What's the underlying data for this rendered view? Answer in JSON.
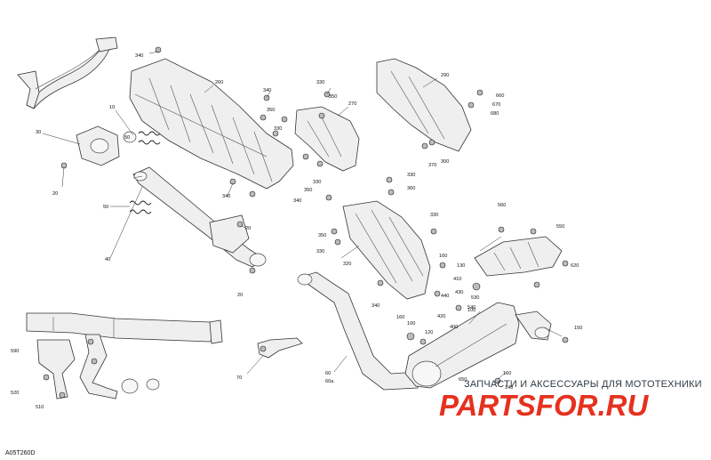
{
  "document": {
    "reference_code": "A05T260D"
  },
  "watermark": {
    "tagline": "ЗАПЧАСТИ И АКСЕССУАРЫ ДЛЯ МОТОТЕХНИКИ",
    "brand": "PARTSFOR.RU",
    "color": "#e6311f"
  },
  "callouts": [
    {
      "id": "c10",
      "text": "10"
    },
    {
      "id": "c20a",
      "text": "20"
    },
    {
      "id": "c20b",
      "text": "20"
    },
    {
      "id": "c20c",
      "text": "20"
    },
    {
      "id": "c30",
      "text": "30"
    },
    {
      "id": "c40",
      "text": "40"
    },
    {
      "id": "c50a",
      "text": "50"
    },
    {
      "id": "c50b",
      "text": "50"
    },
    {
      "id": "c60",
      "text": "60"
    },
    {
      "id": "c60a",
      "text": "60a"
    },
    {
      "id": "c70",
      "text": "70"
    },
    {
      "id": "c100a",
      "text": "100"
    },
    {
      "id": "c100b",
      "text": "100"
    },
    {
      "id": "c120",
      "text": "120"
    },
    {
      "id": "c130",
      "text": "130"
    },
    {
      "id": "c140",
      "text": "140"
    },
    {
      "id": "c150",
      "text": "150"
    },
    {
      "id": "c160a",
      "text": "160"
    },
    {
      "id": "c160b",
      "text": "160"
    },
    {
      "id": "c160c",
      "text": "160"
    },
    {
      "id": "c260",
      "text": "260"
    },
    {
      "id": "c270",
      "text": "270"
    },
    {
      "id": "c290",
      "text": "290"
    },
    {
      "id": "c300",
      "text": "300"
    },
    {
      "id": "c320",
      "text": "320"
    },
    {
      "id": "c330a",
      "text": "330"
    },
    {
      "id": "c330b",
      "text": "330"
    },
    {
      "id": "c330c",
      "text": "330"
    },
    {
      "id": "c330d",
      "text": "330"
    },
    {
      "id": "c330e",
      "text": "330"
    },
    {
      "id": "c330f",
      "text": "330"
    },
    {
      "id": "c340a",
      "text": "340"
    },
    {
      "id": "c340b",
      "text": "340"
    },
    {
      "id": "c340c",
      "text": "340"
    },
    {
      "id": "c340d",
      "text": "340"
    },
    {
      "id": "c340e",
      "text": "340"
    },
    {
      "id": "c350a",
      "text": "350"
    },
    {
      "id": "c350b",
      "text": "350"
    },
    {
      "id": "c350c",
      "text": "350"
    },
    {
      "id": "c350d",
      "text": "350"
    },
    {
      "id": "c360",
      "text": "360"
    },
    {
      "id": "c370",
      "text": "370"
    },
    {
      "id": "c400",
      "text": "400"
    },
    {
      "id": "c410",
      "text": "410"
    },
    {
      "id": "c420",
      "text": "420"
    },
    {
      "id": "c430",
      "text": "430"
    },
    {
      "id": "c440",
      "text": "440"
    },
    {
      "id": "c510",
      "text": "510"
    },
    {
      "id": "c520",
      "text": "520"
    },
    {
      "id": "c530",
      "text": "530"
    },
    {
      "id": "c540",
      "text": "540"
    },
    {
      "id": "c550",
      "text": "550"
    },
    {
      "id": "c560",
      "text": "560"
    },
    {
      "id": "c590",
      "text": "590"
    },
    {
      "id": "c620",
      "text": "620"
    },
    {
      "id": "c650",
      "text": "650"
    },
    {
      "id": "c660",
      "text": "660"
    },
    {
      "id": "c670",
      "text": "670"
    },
    {
      "id": "c680",
      "text": "680"
    }
  ]
}
